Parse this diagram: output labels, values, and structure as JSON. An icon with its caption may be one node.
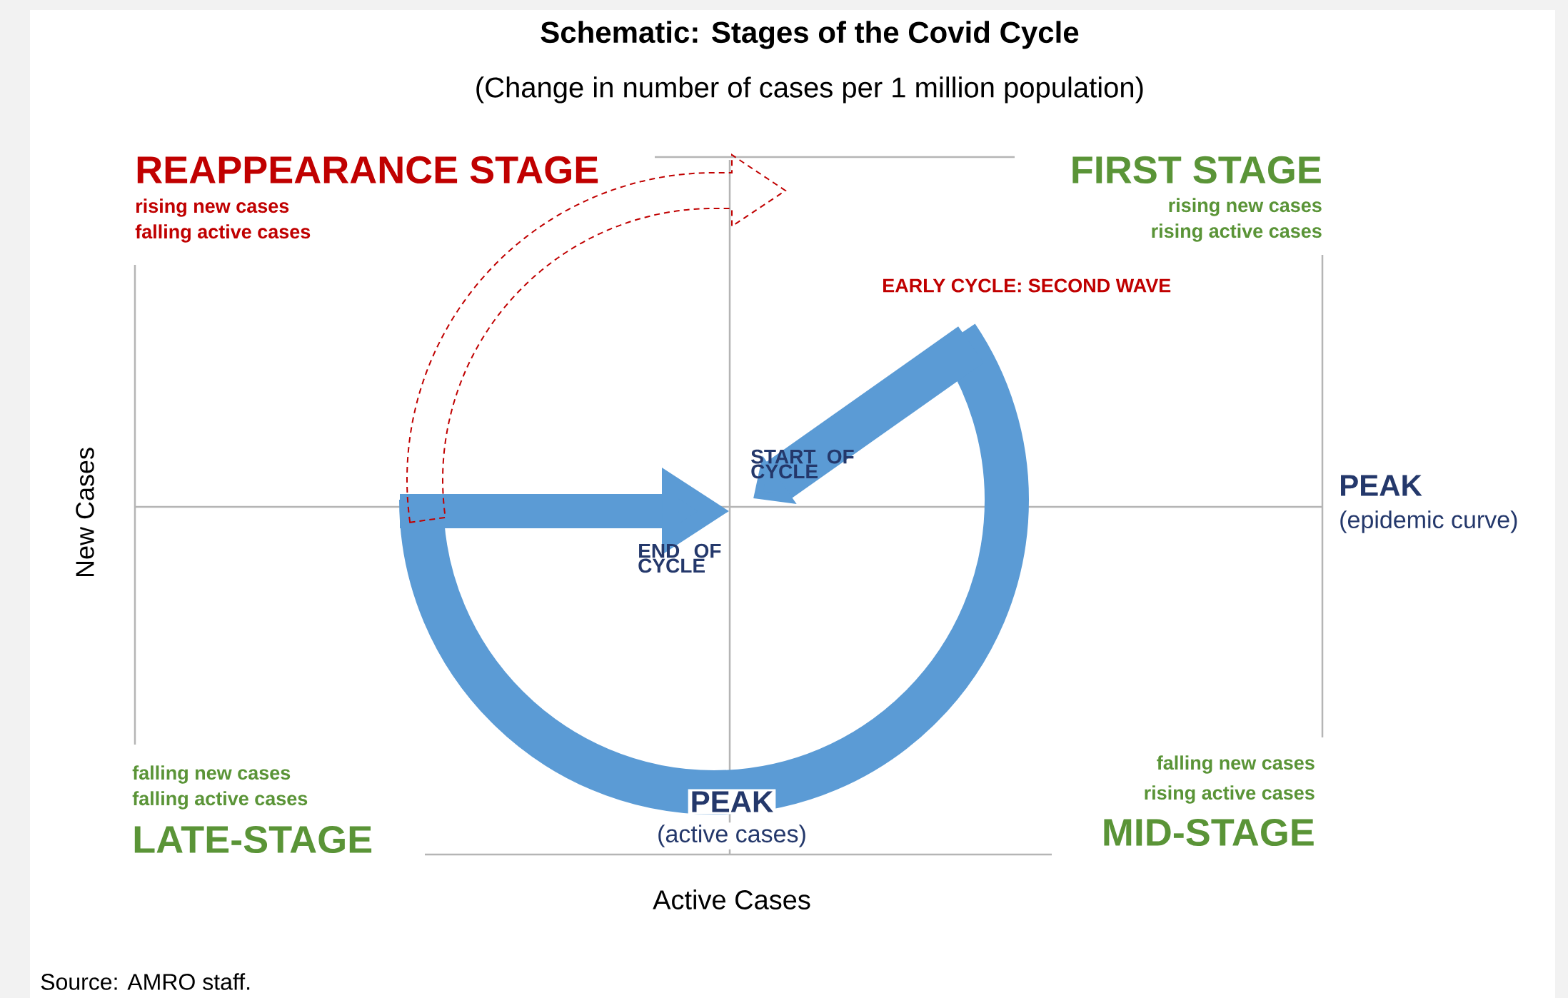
{
  "diagram": {
    "title": "Schematic: Stages of the Covid Cycle",
    "labels": [
      "(Change in number of cases per 1 million population)",
      "REAPPEARANCE STAGE",
      "FIRST STAGE",
      "rising new cases",
      "falling active cases",
      "rising new cases",
      "rising active cases",
      "EARLY CYCLE: SECOND WAVE",
      "START OF CYCLE",
      "END OF CYCLE",
      "PEAK",
      "(epidemic curve)",
      "New Cases",
      "falling new cases",
      "falling active cases",
      "LATE-STAGE",
      "PEAK",
      "(active cases)",
      "falling new cases",
      "rising active cases",
      "MID-STAGE",
      "Active Cases",
      "Source: AMRO staff."
    ]
  }
}
